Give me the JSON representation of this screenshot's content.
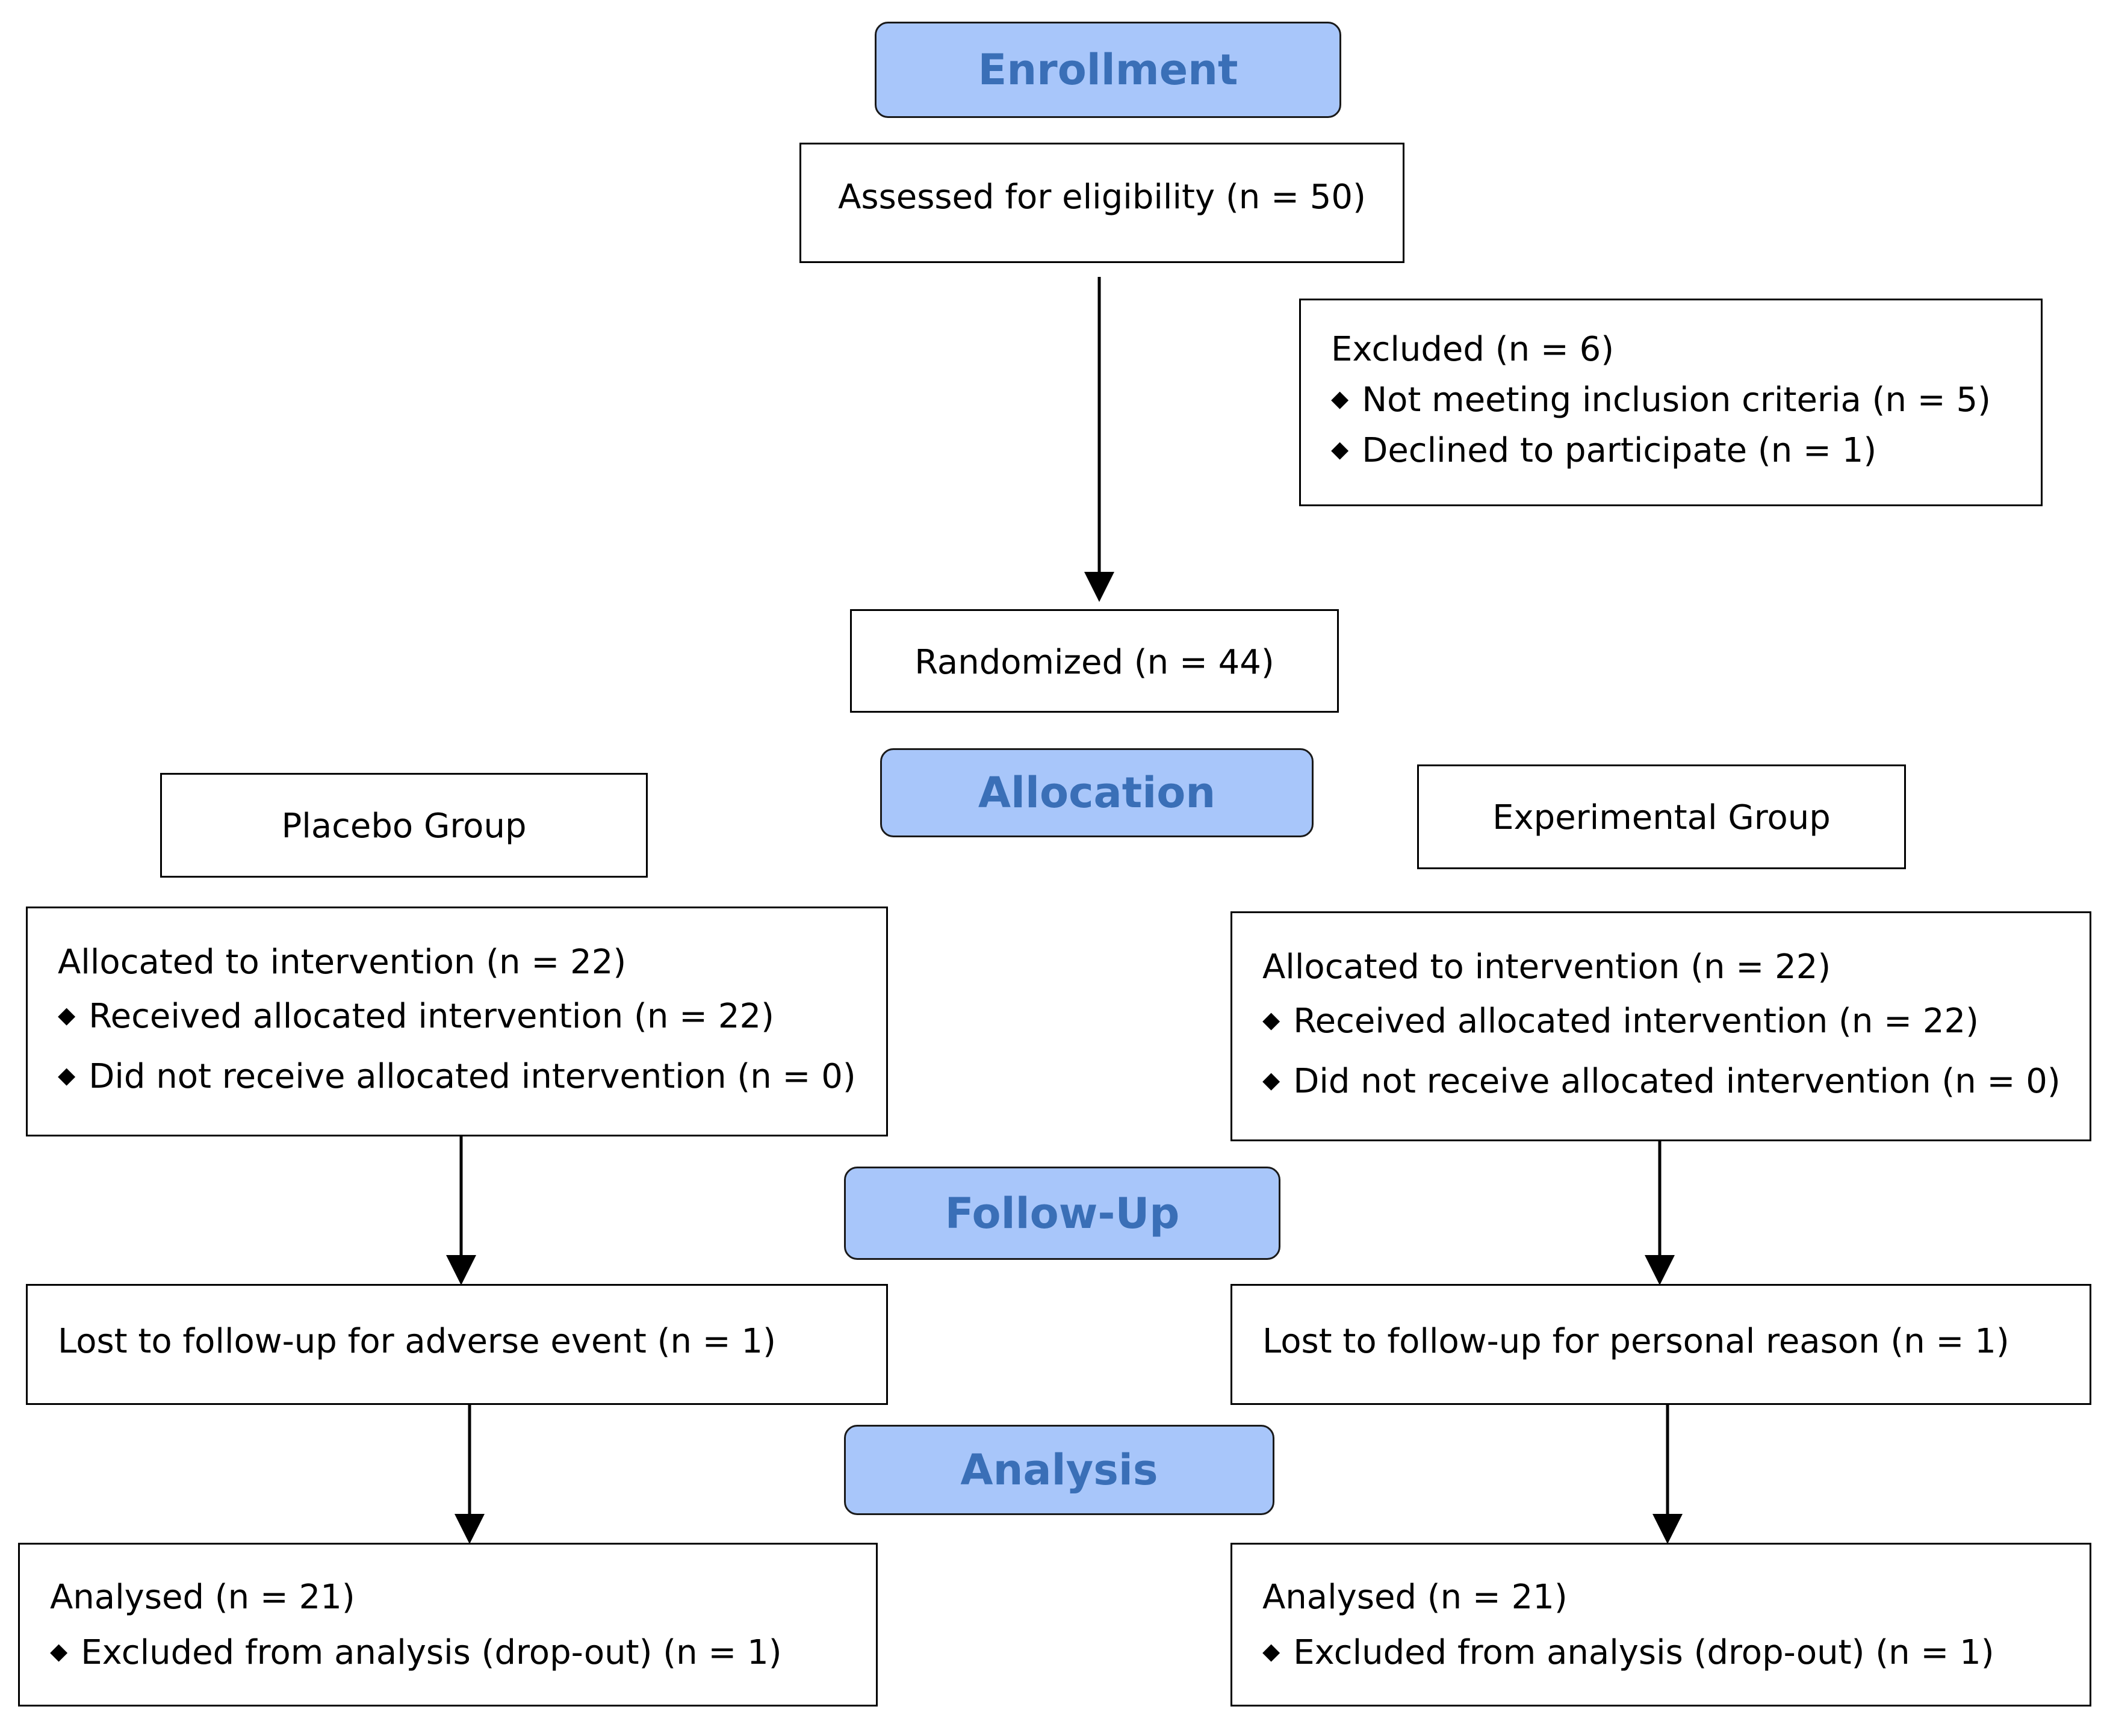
{
  "phases": {
    "enrollment": "Enrollment",
    "allocation": "Allocation",
    "follow_up": "Follow-Up",
    "analysis": "Analysis"
  },
  "assessed": "Assessed for eligibility (n = 50)",
  "excluded": {
    "title": "Excluded (n = 6)",
    "items": [
      "Not meeting inclusion criteria (n = 5)",
      "Declined to participate (n = 1)"
    ]
  },
  "randomized": "Randomized (n = 44)",
  "groups": {
    "placebo": "Placebo Group",
    "experimental": "Experimental Group"
  },
  "placebo": {
    "allocated": "Allocated to intervention (n = 22)",
    "allocated_items": [
      "Received allocated intervention (n = 22)",
      "Did not receive allocated intervention (n = 0)"
    ],
    "lost": "Lost to follow-up for adverse event (n = 1)",
    "analysed": "Analysed (n = 21)",
    "analysed_items": [
      "Excluded from analysis (drop-out) (n = 1)"
    ]
  },
  "experimental": {
    "allocated": "Allocated to intervention (n = 22)",
    "allocated_items": [
      "Received allocated intervention (n = 22)",
      "Did not receive allocated intervention (n = 0)"
    ],
    "lost": "Lost to follow-up for personal reason (n = 1)",
    "analysed": "Analysed (n = 21)",
    "analysed_items": [
      "Excluded from analysis (drop-out) (n = 1)"
    ]
  },
  "bullet_glyph": "◆",
  "colors": {
    "phase_fill": "#a8c6fa",
    "phase_text": "#3a6fb7"
  }
}
